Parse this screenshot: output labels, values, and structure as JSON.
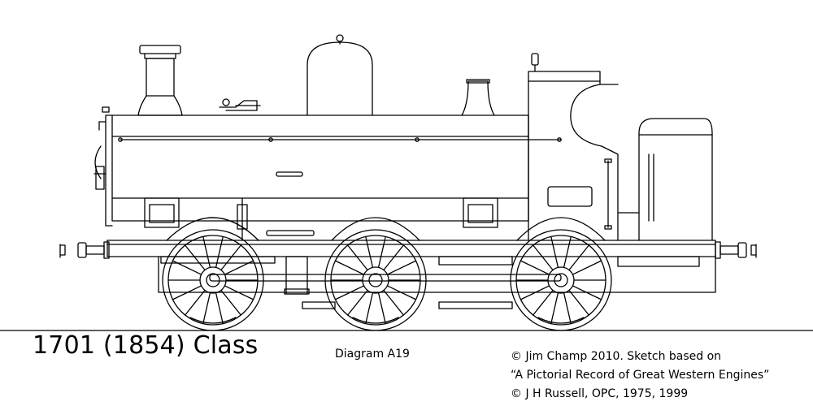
{
  "title": "1701 (1854) Class",
  "diagram_label": "Diagram A19",
  "credits": [
    "© Jim Champ 2010. Sketch based on",
    "“A Pictorial Record of Great Western Engines”",
    "© J H Russell, OPC, 1975, 1999"
  ]
}
